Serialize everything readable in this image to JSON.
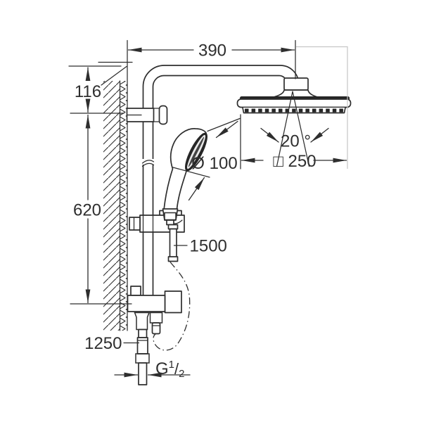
{
  "colors": {
    "line": "#2e2e2e",
    "background": "#ffffff",
    "construction": "#c6c6c6",
    "dark": "#262626",
    "knurl-bg": "#4a4a4a",
    "knurl-line": "#dcdcdc"
  },
  "labels": {
    "arm_projection": "390",
    "top_offset": "116",
    "rail_length": "620",
    "handshower_diameter": "Ø 100",
    "spray_angle": "20 °",
    "headshower_size": "□ 250",
    "shower_hose_length": "1500",
    "supply_hose_length": "1250",
    "thread": {
      "letter": "G",
      "numerator": "1",
      "slash": "/",
      "denominator": "2"
    }
  }
}
